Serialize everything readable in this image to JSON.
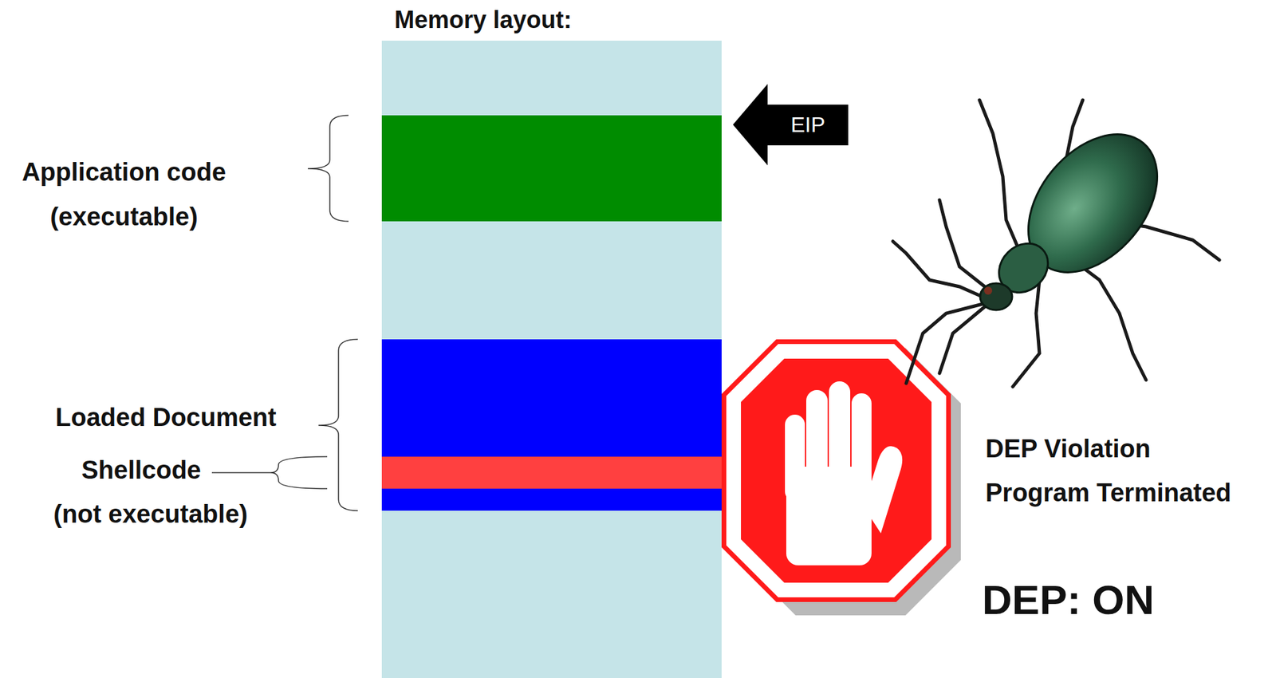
{
  "diagram": {
    "title": "Memory layout:",
    "nodes": [
      {
        "text": [
          "EIP"
        ]
      }
    ],
    "labels": [
      "Application code",
      "(executable)",
      "Loaded Document",
      "Shellcode",
      "(not executable)",
      "DEP Violation",
      "Program Terminated",
      "DEP: ON"
    ]
  }
}
